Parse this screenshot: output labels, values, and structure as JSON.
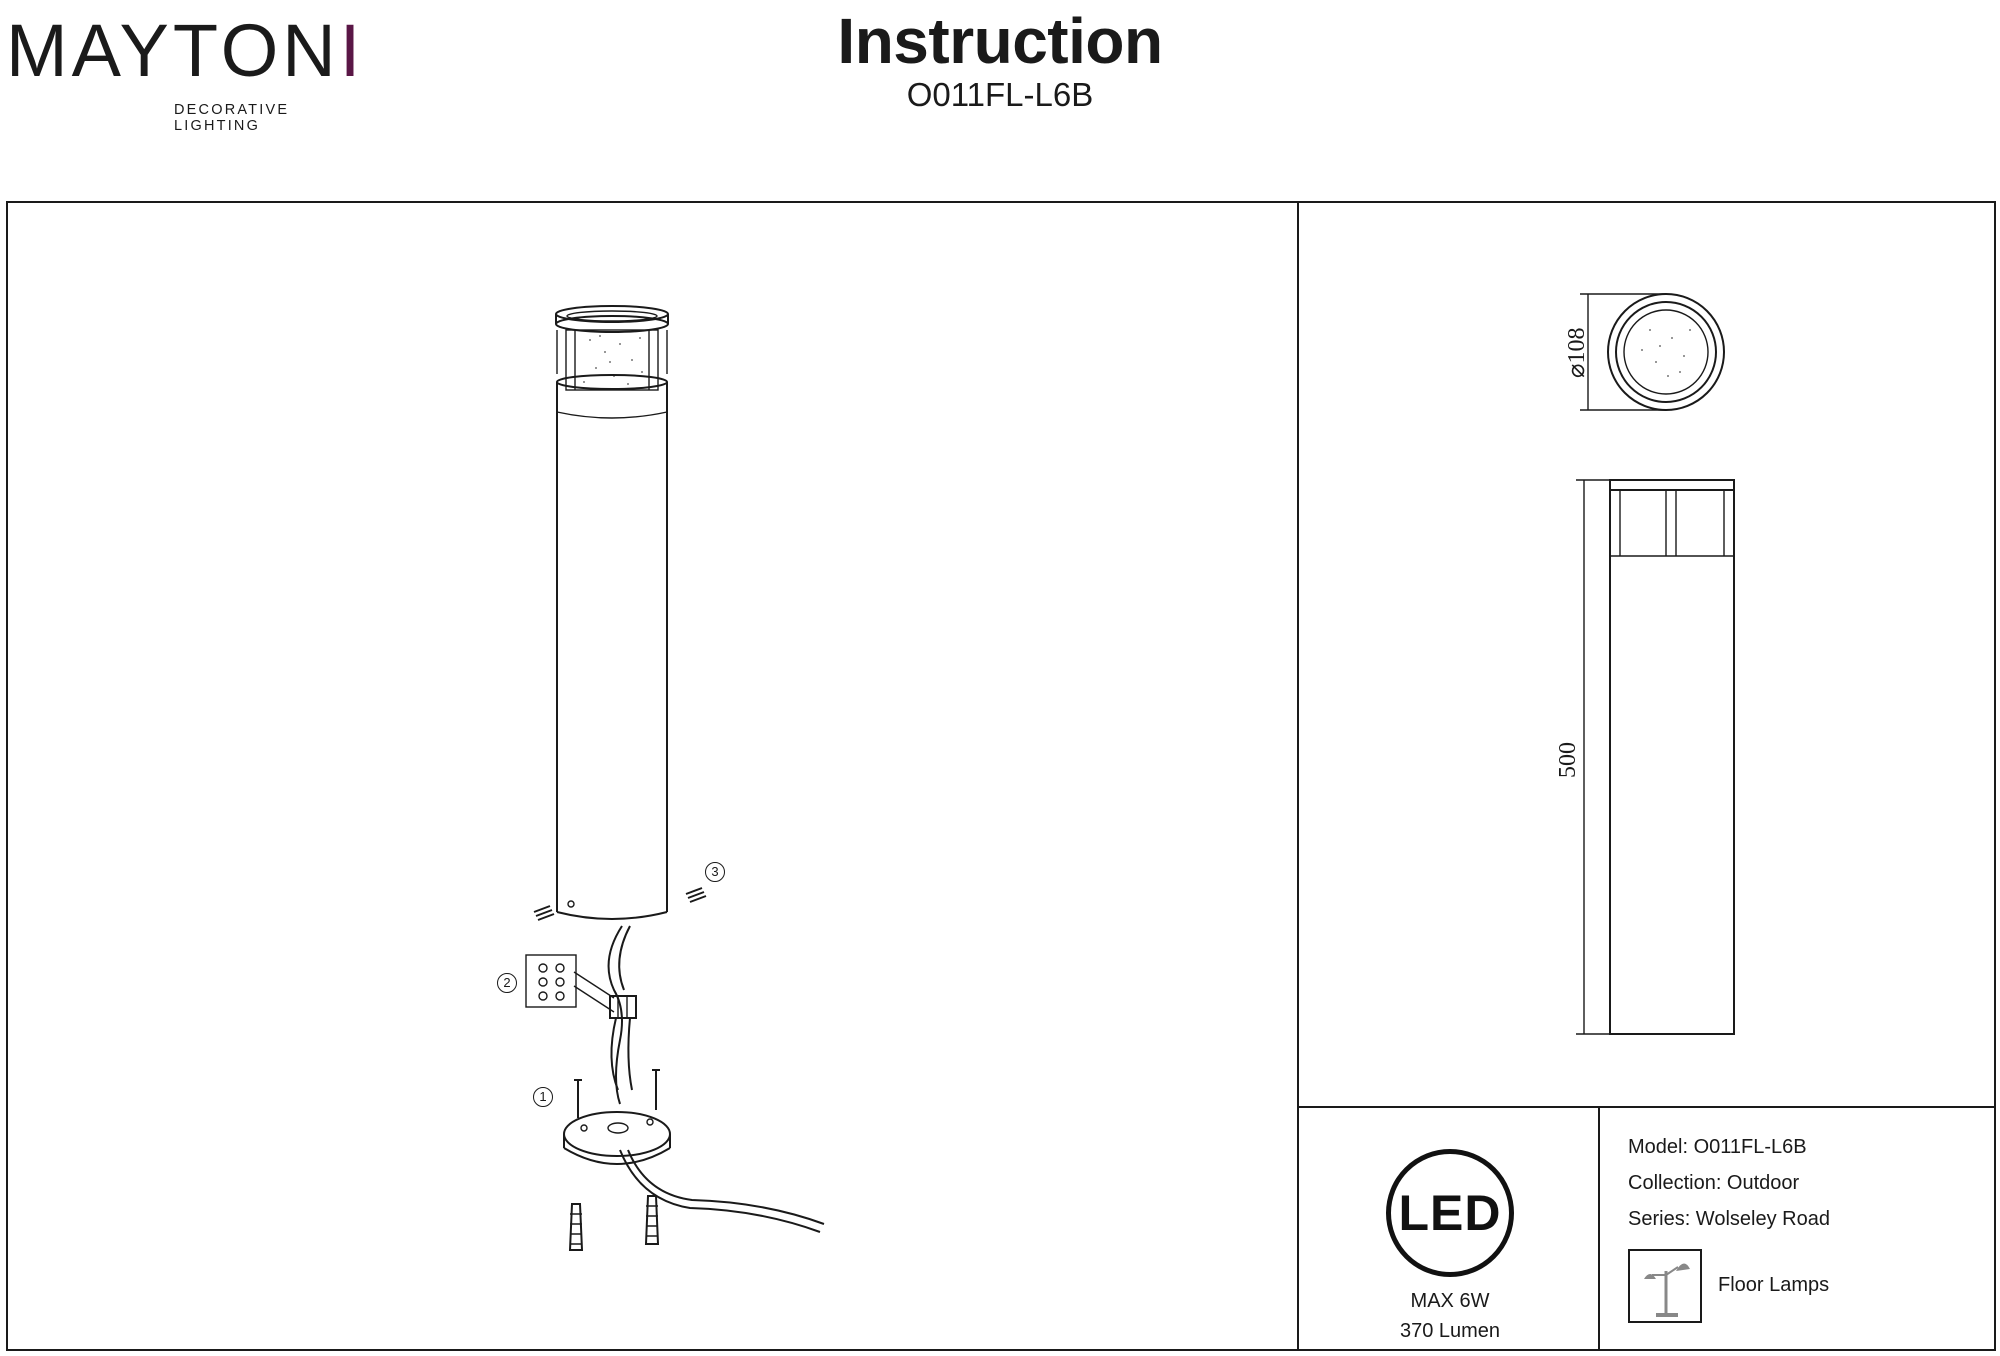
{
  "header": {
    "brand": "MAYTONI",
    "brand_tagline": "DECORATIVE LIGHTING",
    "title": "Instruction",
    "model": "O011FL-L6B"
  },
  "steps": [
    "1",
    "2",
    "3"
  ],
  "dimensions": {
    "diameter": "⌀108",
    "height": "500"
  },
  "specs": {
    "led_badge": "LED",
    "max_power": "MAX 6W",
    "lumen": "370 Lumen"
  },
  "product_info": {
    "model": "Model: O011FL-L6B",
    "collection": "Collection: Outdoor",
    "series": "Series: Wolseley Road",
    "category": "Floor Lamps",
    "category_icon": "floor-lamp-icon"
  }
}
